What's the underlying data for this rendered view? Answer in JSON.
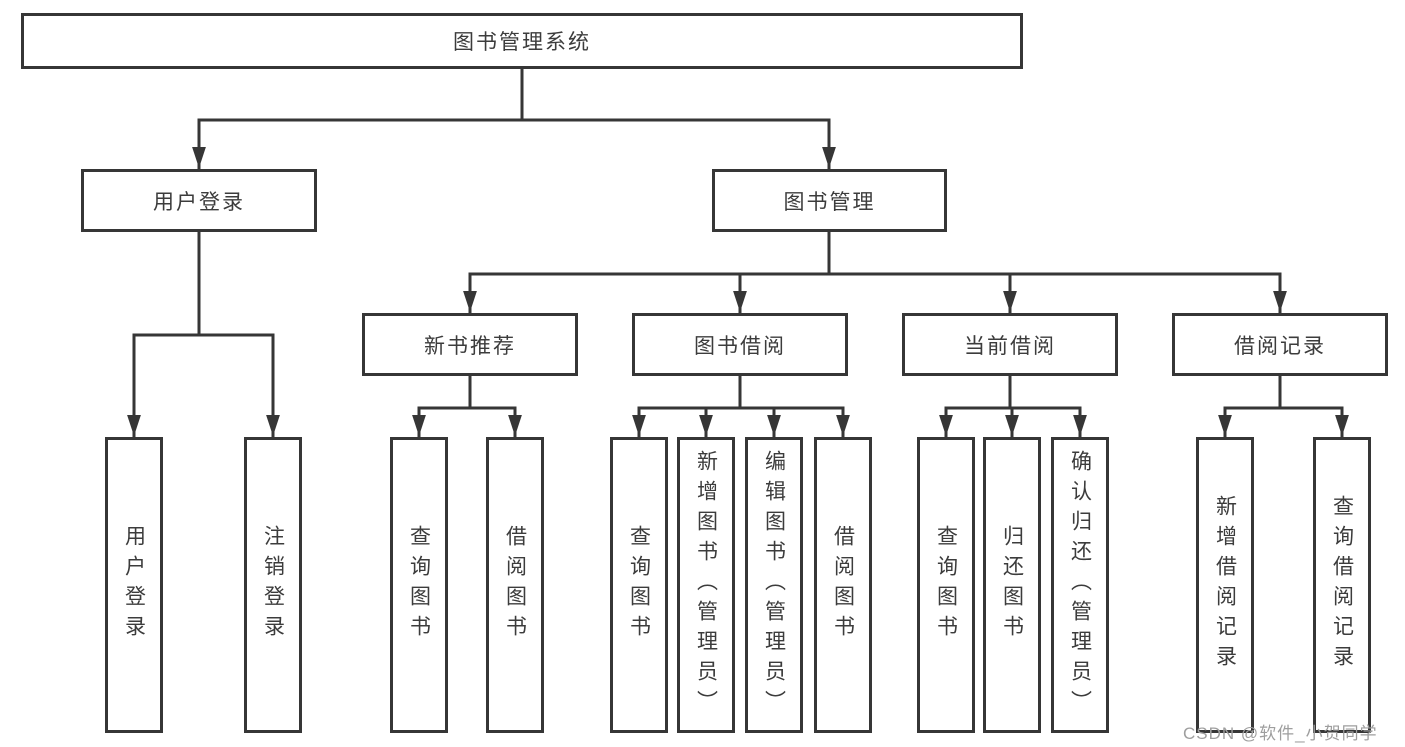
{
  "tree": {
    "root": {
      "label": "图书管理系统"
    },
    "branches": [
      {
        "label": "用户登录",
        "children": [
          {
            "label": "用户登录"
          },
          {
            "label": "注销登录"
          }
        ]
      },
      {
        "label": "图书管理",
        "children": [
          {
            "label": "新书推荐",
            "children": [
              {
                "label": "查询图书"
              },
              {
                "label": "借阅图书"
              }
            ]
          },
          {
            "label": "图书借阅",
            "children": [
              {
                "label": "查询图书"
              },
              {
                "label": "新增图书（管理员）"
              },
              {
                "label": "编辑图书（管理员）"
              },
              {
                "label": "借阅图书"
              }
            ]
          },
          {
            "label": "当前借阅",
            "children": [
              {
                "label": "查询图书"
              },
              {
                "label": "归还图书"
              },
              {
                "label": "确认归还（管理员）"
              }
            ]
          },
          {
            "label": "借阅记录",
            "children": [
              {
                "label": "新增借阅记录"
              },
              {
                "label": "查询借阅记录"
              }
            ]
          }
        ]
      }
    ]
  },
  "watermark": {
    "text": "CSDN @软件_小贺同学"
  },
  "colors": {
    "line": "#363636",
    "box_border": "#363636",
    "text": "#3c3c3c",
    "watermark": "#9e9e9e",
    "background": "#ffffff"
  }
}
